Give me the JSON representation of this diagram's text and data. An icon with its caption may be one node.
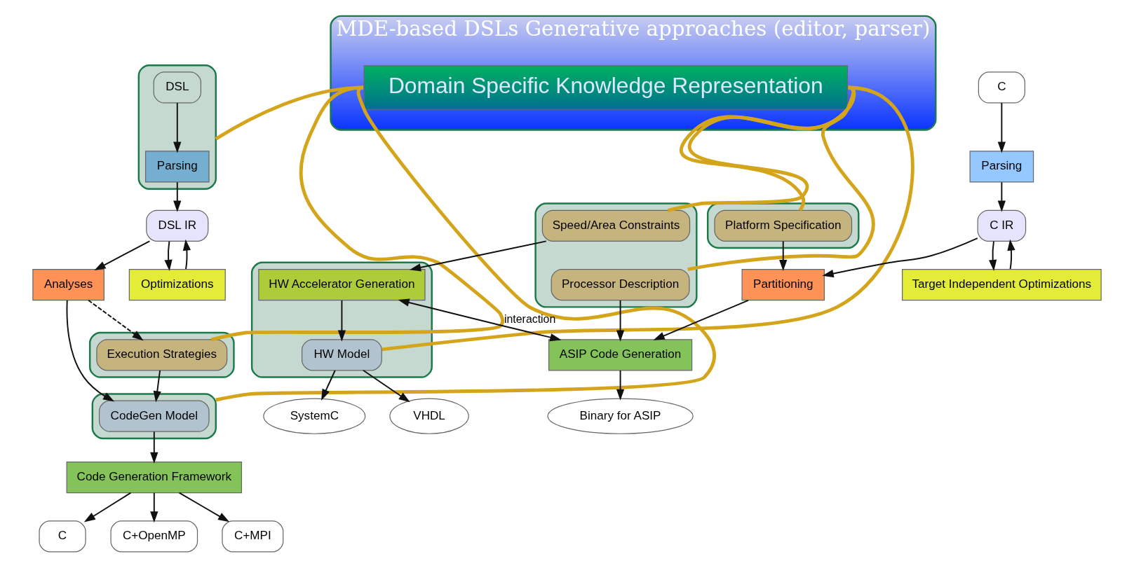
{
  "diagram": {
    "nodes": [
      {
        "text": [],
        "shape": "box"
      },
      {
        "text": [
          "DSL"
        ],
        "in": 0
      },
      {
        "text": [
          "Parsing"
        ],
        "in": 0
      },
      {
        "text": [
          "DSL IR"
        ]
      },
      {
        "text": [
          "Optimizations"
        ]
      },
      {
        "text": [
          "Analyses"
        ]
      },
      {
        "text": [],
        "shape": "box"
      },
      {
        "text": [
          "Execution Strategies"
        ],
        "in": 6
      },
      {
        "text": [],
        "shape": "box"
      },
      {
        "text": [
          "CodeGen Model"
        ],
        "in": 8
      },
      {
        "text": [
          "Code Generation Framework"
        ]
      },
      {
        "text": [
          "C"
        ]
      },
      {
        "text": [
          "C+OpenMP"
        ]
      },
      {
        "text": [
          "C+MPI"
        ]
      },
      {
        "text": [
          "MDE-based DSLs Generative approaches (editor, parser)"
        ]
      },
      {
        "text": [
          "Domain Specific Knowledge Representation"
        ],
        "in": 14
      },
      {
        "text": [
          "C"
        ]
      },
      {
        "text": [
          "Parsing"
        ]
      },
      {
        "text": [
          "C IR"
        ]
      },
      {
        "text": [
          "Target Independent Optimizations"
        ]
      },
      {
        "text": [
          "Partitioning"
        ]
      },
      {
        "text": [],
        "shape": "box"
      },
      {
        "text": [
          "Platform Specification"
        ],
        "in": 21
      },
      {
        "text": [],
        "shape": "box"
      },
      {
        "text": [
          "Speed/Area Constraints"
        ],
        "in": 23
      },
      {
        "text": [
          "Processor Description"
        ],
        "in": 23
      },
      {
        "text": [],
        "shape": "box"
      },
      {
        "text": [
          "HW Accelerator Generation"
        ],
        "in": 26
      },
      {
        "text": [
          "HW Model"
        ],
        "in": 26
      },
      {
        "text": [
          "ASIP Code Generation"
        ]
      },
      {
        "text": [
          "SystemC"
        ]
      },
      {
        "text": [
          "VHDL"
        ]
      },
      {
        "text": [
          "Binary for ASIP"
        ]
      }
    ],
    "edges": [
      {
        "from": 1,
        "to": 2,
        "arrow": "to"
      },
      {
        "from": 2,
        "to": 3,
        "arrow": "to"
      },
      {
        "from": 4,
        "to": 3,
        "arrow": "to"
      },
      {
        "from": 3,
        "to": 4,
        "arrow": "to"
      },
      {
        "from": 3,
        "to": 5,
        "arrow": "to"
      },
      {
        "from": 5,
        "to": 7,
        "arrow": "to",
        "style": "dashed"
      },
      {
        "from": 5,
        "to": 9,
        "arrow": "to"
      },
      {
        "from": 7,
        "to": 9,
        "arrow": "to"
      },
      {
        "from": 9,
        "to": 10,
        "arrow": "to"
      },
      {
        "from": 10,
        "to": 11,
        "arrow": "to"
      },
      {
        "from": 10,
        "to": 12,
        "arrow": "to"
      },
      {
        "from": 10,
        "to": 13,
        "arrow": "to"
      },
      {
        "from": 15,
        "to": 0,
        "arrow": "none",
        "style": "thick",
        "color": "#d4a51a"
      },
      {
        "from": 15,
        "to": 7,
        "arrow": "none",
        "style": "thick",
        "color": "#d4a51a"
      },
      {
        "from": 15,
        "to": 8,
        "arrow": "none",
        "style": "thick",
        "color": "#d4a51a"
      },
      {
        "from": 15,
        "to": 22,
        "arrow": "none",
        "style": "thick",
        "color": "#d4a51a"
      },
      {
        "from": 15,
        "to": 25,
        "arrow": "none",
        "style": "thick",
        "color": "#d4a51a"
      },
      {
        "from": 15,
        "to": 24,
        "arrow": "none",
        "style": "thick",
        "color": "#d4a51a"
      },
      {
        "from": 15,
        "to": 28,
        "arrow": "none",
        "style": "thick",
        "color": "#d4a51a"
      },
      {
        "from": 16,
        "to": 17,
        "arrow": "to"
      },
      {
        "from": 17,
        "to": 18,
        "arrow": "to"
      },
      {
        "from": 19,
        "to": 18,
        "arrow": "to"
      },
      {
        "from": 18,
        "to": 19,
        "arrow": "to"
      },
      {
        "from": 18,
        "to": 20,
        "arrow": "to"
      },
      {
        "from": 22,
        "to": 20,
        "arrow": "to"
      },
      {
        "from": 20,
        "to": 29,
        "arrow": "to"
      },
      {
        "from": 24,
        "to": 27,
        "arrow": "to"
      },
      {
        "from": 25,
        "to": 29,
        "arrow": "to"
      },
      {
        "from": 27,
        "to": 28,
        "arrow": "to"
      },
      {
        "from": 27,
        "to": 29,
        "arrow": "both",
        "label": "interaction"
      },
      {
        "from": 28,
        "to": 30,
        "arrow": "to"
      },
      {
        "from": 28,
        "to": 31,
        "arrow": "to"
      },
      {
        "from": 29,
        "to": 32,
        "arrow": "to"
      }
    ]
  }
}
